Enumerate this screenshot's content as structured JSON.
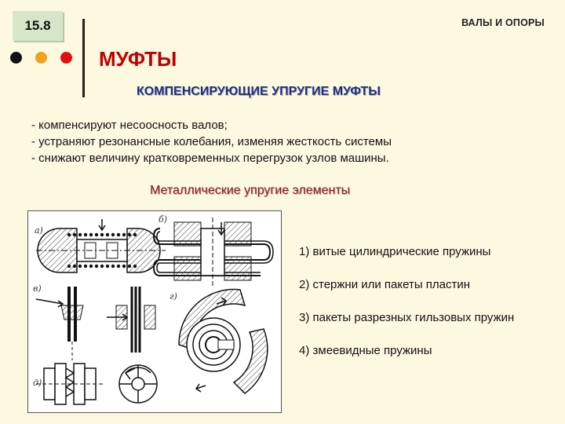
{
  "header": {
    "slide_number": "15.8",
    "section": "ВАЛЫ И ОПОРЫ",
    "dots": [
      {
        "icon": "black-dot-icon",
        "color": "#111111"
      },
      {
        "icon": "orange-dot-icon",
        "color": "#f0a21e"
      },
      {
        "icon": "red-dot-icon",
        "color": "#e01010"
      }
    ]
  },
  "title": "МУФТЫ",
  "subtitle": "КОМПЕНСИРУЮЩИЕ УПРУГИЕ МУФТЫ",
  "bullets": [
    "- компенсируют несоосность валов;",
    "- устраняют резонансные колебания, изменяя жесткость системы",
    "- снижают величину кратковременных перегрузок узлов машины."
  ],
  "section_title": "Металлические упругие элементы",
  "figure": {
    "captions": [
      "а)",
      "б)",
      "в)",
      "г)",
      "д)"
    ]
  },
  "element_types": [
    "1) витые цилиндрические пружины",
    "2) стержни или пакеты пластин",
    "3) пакеты разрезных гильзовых пружин",
    "4) змеевидные пружины"
  ],
  "colors": {
    "background": "#fdf9e1",
    "title": "#c00000",
    "subtitle": "#1f2f80",
    "section_title": "#8a1c1c",
    "slide_number_box": "#d7e6c8"
  }
}
